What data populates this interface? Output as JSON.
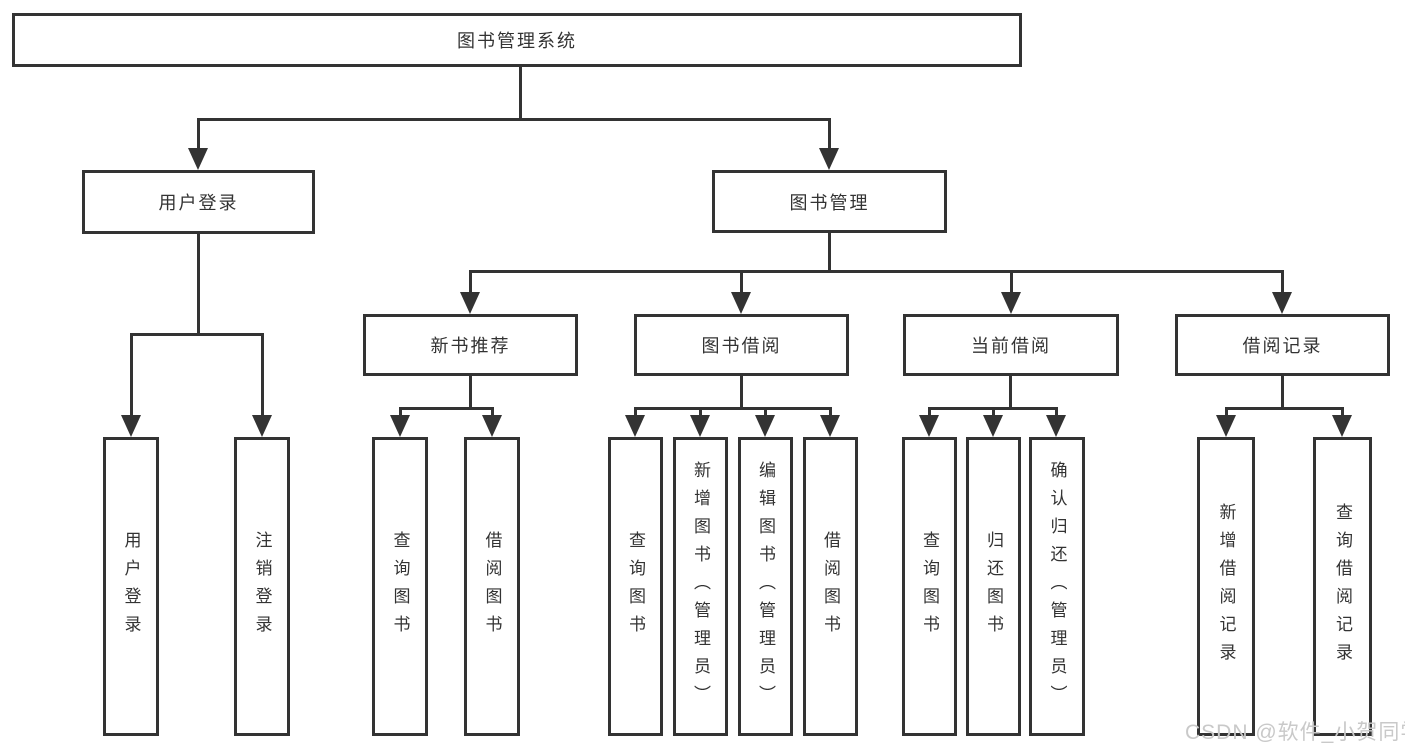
{
  "colors": {
    "line": "#333333",
    "text": "#333333",
    "box_background": "#ffffff",
    "page_background": "#ffffff",
    "watermark": "#c9c9c9"
  },
  "tree": {
    "root": {
      "label": "图书管理系统"
    },
    "level2": [
      {
        "label": "用户登录",
        "leaves": [
          {
            "label": "用户登录"
          },
          {
            "label": "注销登录"
          }
        ]
      },
      {
        "label": "图书管理",
        "groups": [
          {
            "label": "新书推荐",
            "leaves": [
              {
                "label": "查询图书"
              },
              {
                "label": "借阅图书"
              }
            ]
          },
          {
            "label": "图书借阅",
            "leaves": [
              {
                "label": "查询图书"
              },
              {
                "label": "新增图书（管理员）"
              },
              {
                "label": "编辑图书（管理员）"
              },
              {
                "label": "借阅图书"
              }
            ]
          },
          {
            "label": "当前借阅",
            "leaves": [
              {
                "label": "查询图书"
              },
              {
                "label": "归还图书"
              },
              {
                "label": "确认归还（管理员）"
              }
            ]
          },
          {
            "label": "借阅记录",
            "leaves": [
              {
                "label": "新增借阅记录"
              },
              {
                "label": "查询借阅记录"
              }
            ]
          }
        ]
      }
    ]
  },
  "watermark": {
    "text": "CSDN @软件_小贺同学"
  }
}
